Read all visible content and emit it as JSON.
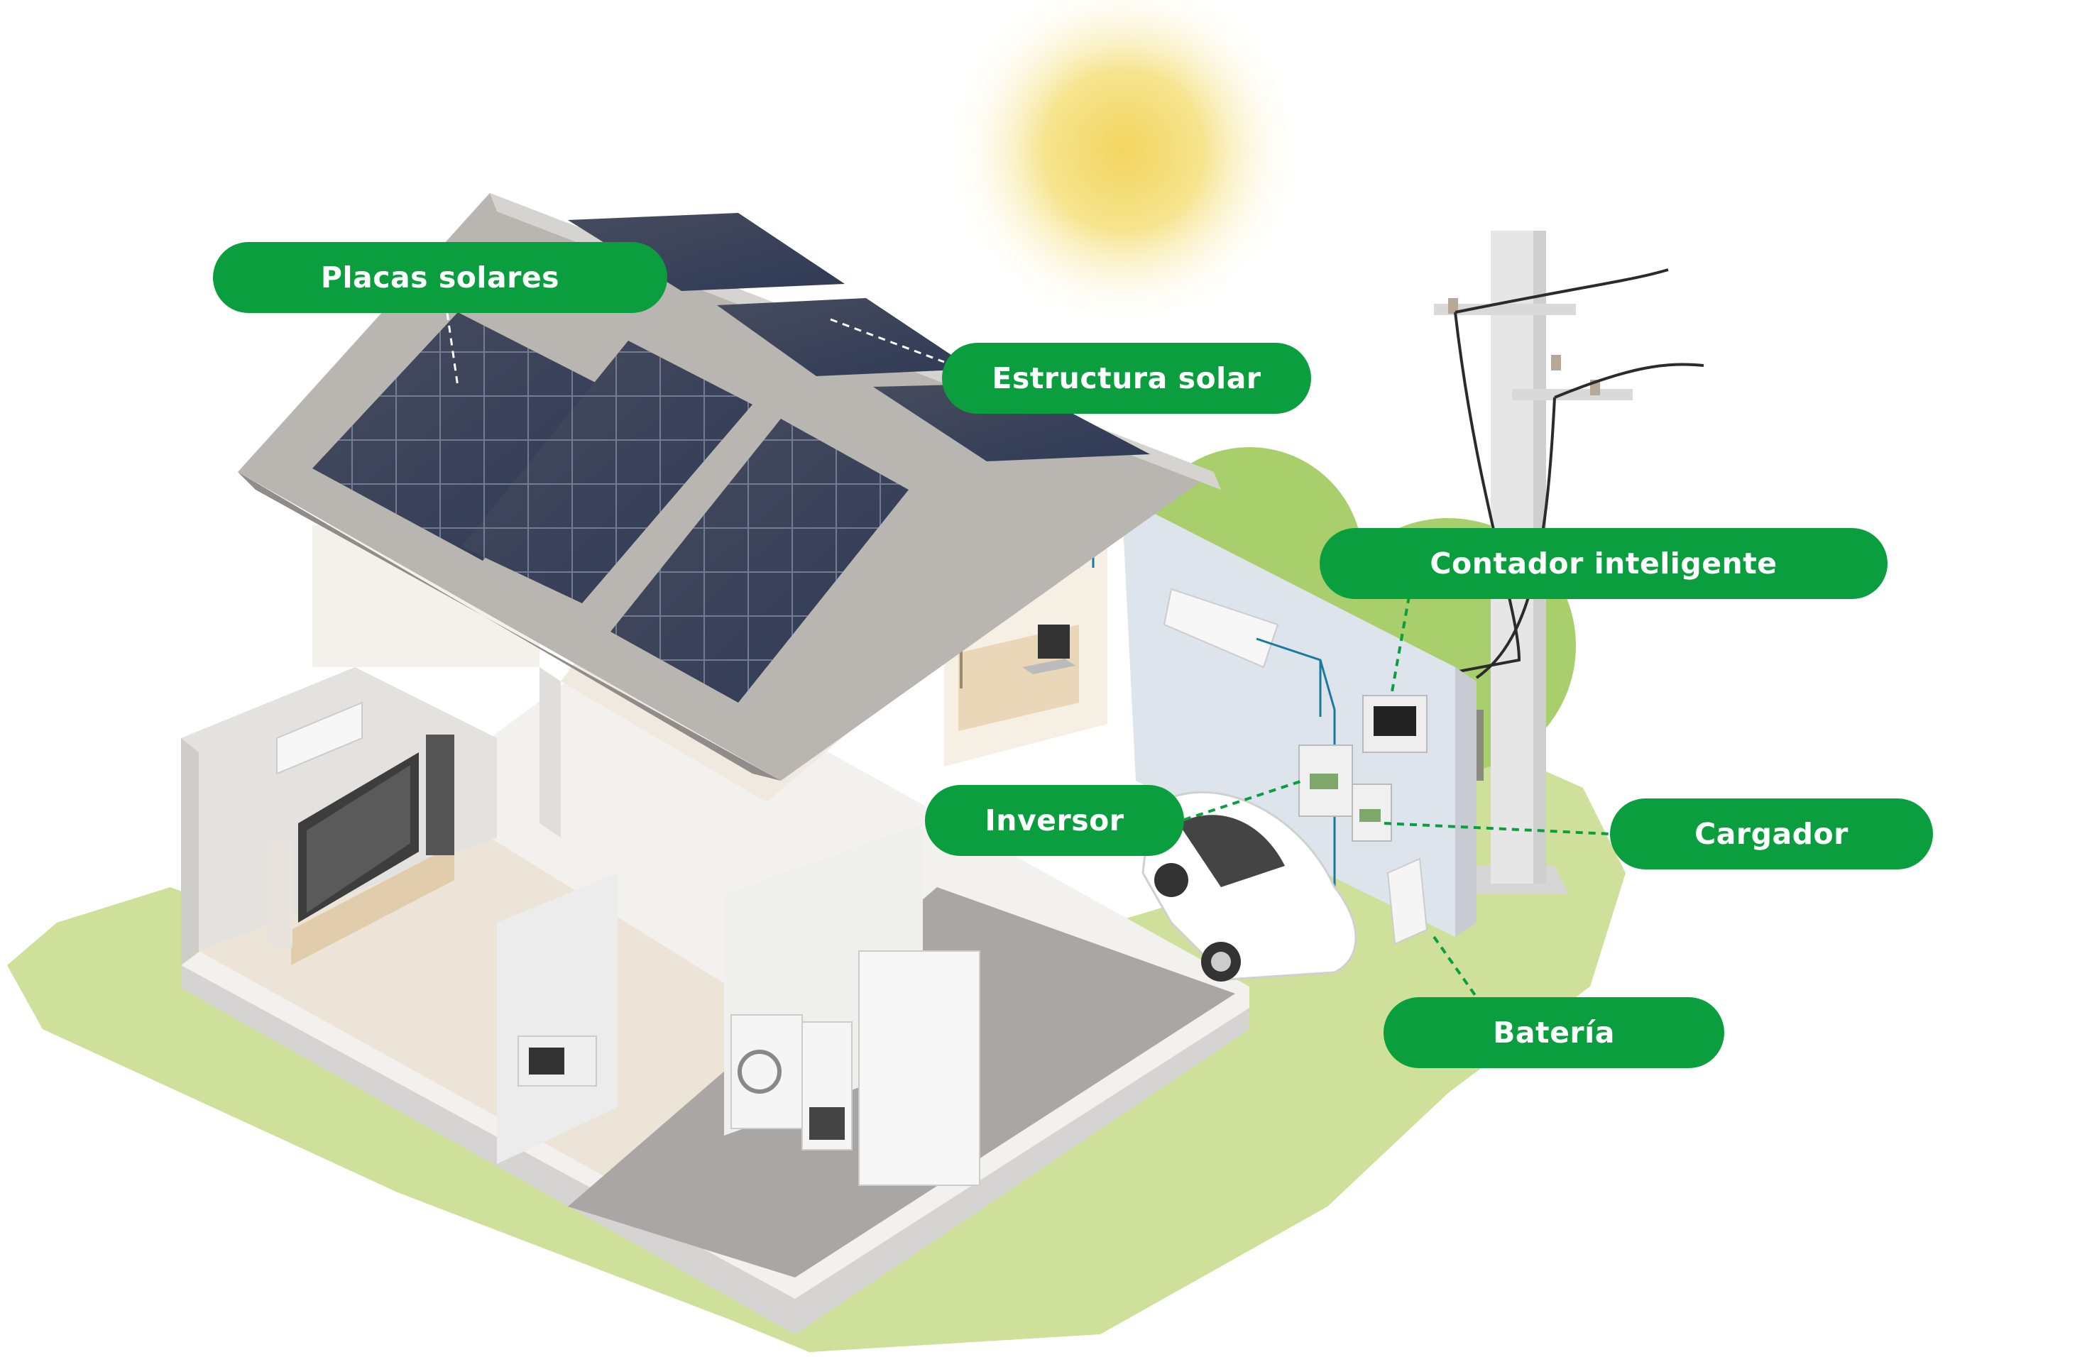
{
  "colors": {
    "label_bg": "#0a9e3f",
    "label_text": "#ffffff",
    "lawn": "#cfe09a",
    "sun": "#f4dc6a",
    "panel": "#3a4158",
    "roof": "#b9b6b2",
    "walls": "#ededeb",
    "floor_wood": "#ece4d6",
    "floor_grey": "#a9a6a3",
    "trees": "#a8cf6c",
    "wiring": "#1a7aa0"
  },
  "labels": {
    "placas": "Placas solares",
    "estructura": "Estructura solar",
    "contador": "Contador inteligente",
    "inversor": "Inversor",
    "cargador": "Cargador",
    "bateria": "Batería"
  },
  "icons": {
    "sun": "sun-icon",
    "house": "house-illustration",
    "car": "car-icon",
    "pole": "utility-pole-icon"
  }
}
